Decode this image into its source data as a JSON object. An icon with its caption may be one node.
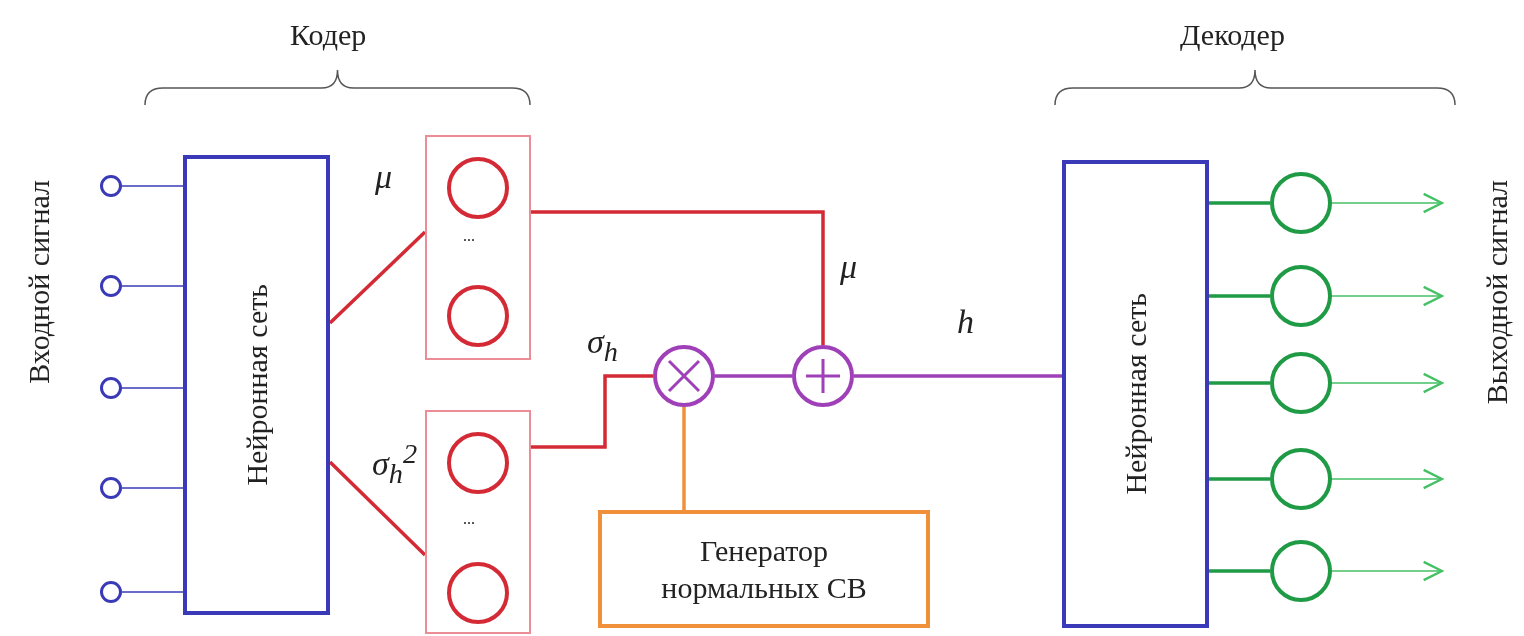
{
  "diagram": {
    "nodes": [
      {
        "text": [],
        "shape": "circle"
      },
      {
        "text": [],
        "shape": "circle"
      },
      {
        "text": [],
        "shape": "circle"
      },
      {
        "text": [],
        "shape": "circle"
      },
      {
        "text": [],
        "shape": "circle"
      },
      {
        "text": [
          "Нейронная сеть"
        ]
      },
      {
        "text": [],
        "shape": "box",
        "beside": [
          "μ"
        ]
      },
      {
        "text": [],
        "shape": "circle",
        "in": 6
      },
      {
        "text": [],
        "shape": "circle",
        "in": 6
      },
      {
        "text": [],
        "shape": "box",
        "beside": [
          "σ$_{h}$$^{2}$"
        ]
      },
      {
        "text": [],
        "shape": "circle",
        "in": 9
      },
      {
        "text": [],
        "shape": "circle",
        "in": 9
      },
      {
        "text": [],
        "shape": "circle"
      },
      {
        "text": [],
        "shape": "circle"
      },
      {
        "text": [
          "Генератор нормальных СВ"
        ]
      },
      {
        "text": [
          "Нейронная сеть"
        ]
      },
      {
        "text": [],
        "shape": "circle"
      },
      {
        "text": [],
        "shape": "circle"
      },
      {
        "text": [],
        "shape": "circle"
      },
      {
        "text": [],
        "shape": "circle"
      },
      {
        "text": [],
        "shape": "circle"
      }
    ],
    "edges": [
      {
        "from": 0,
        "to": 5,
        "arrow": "none",
        "color": "#3a3ab8"
      },
      {
        "from": 1,
        "to": 5,
        "arrow": "none",
        "color": "#3a3ab8"
      },
      {
        "from": 2,
        "to": 5,
        "arrow": "none",
        "color": "#3a3ab8"
      },
      {
        "from": 3,
        "to": 5,
        "arrow": "none",
        "color": "#3a3ab8"
      },
      {
        "from": 4,
        "to": 5,
        "arrow": "none",
        "color": "#3a3ab8"
      },
      {
        "from": 5,
        "to": 6,
        "arrow": "none",
        "color": "#d42a35"
      },
      {
        "from": 5,
        "to": 9,
        "arrow": "none",
        "color": "#d42a35"
      },
      {
        "from": 6,
        "to": 13,
        "arrow": "none",
        "label": "μ",
        "color": "#d42a35"
      },
      {
        "from": 9,
        "to": 12,
        "arrow": "none",
        "label": "σ$_{h}$",
        "color": "#d42a35"
      },
      {
        "from": 14,
        "to": 12,
        "arrow": "none",
        "color": "#f0903a"
      },
      {
        "from": 12,
        "to": 13,
        "arrow": "none",
        "color": "#a040b8"
      },
      {
        "from": 13,
        "to": 15,
        "arrow": "none",
        "label": "h",
        "color": "#a040b8"
      },
      {
        "from": 15,
        "to": 16,
        "arrow": "none",
        "color": "#1f9a45"
      },
      {
        "from": 15,
        "to": 17,
        "arrow": "none",
        "color": "#1f9a45"
      },
      {
        "from": 15,
        "to": 18,
        "arrow": "none",
        "color": "#1f9a45"
      },
      {
        "from": 15,
        "to": 19,
        "arrow": "none",
        "color": "#1f9a45"
      },
      {
        "from": 15,
        "to": 20,
        "arrow": "none",
        "color": "#1f9a45"
      },
      {
        "from": 16,
        "to": null,
        "arrow": "to",
        "color": "#45c065"
      },
      {
        "from": 17,
        "to": null,
        "arrow": "to",
        "color": "#45c065"
      },
      {
        "from": 18,
        "to": null,
        "arrow": "to",
        "color": "#45c065"
      },
      {
        "from": 19,
        "to": null,
        "arrow": "to",
        "color": "#45c065"
      },
      {
        "from": 20,
        "to": null,
        "arrow": "to",
        "color": "#45c065"
      }
    ],
    "labels": [
      "Кодер",
      "Декодер",
      "Входной сигнал",
      "Выходной сигнал",
      "...",
      "..."
    ]
  }
}
